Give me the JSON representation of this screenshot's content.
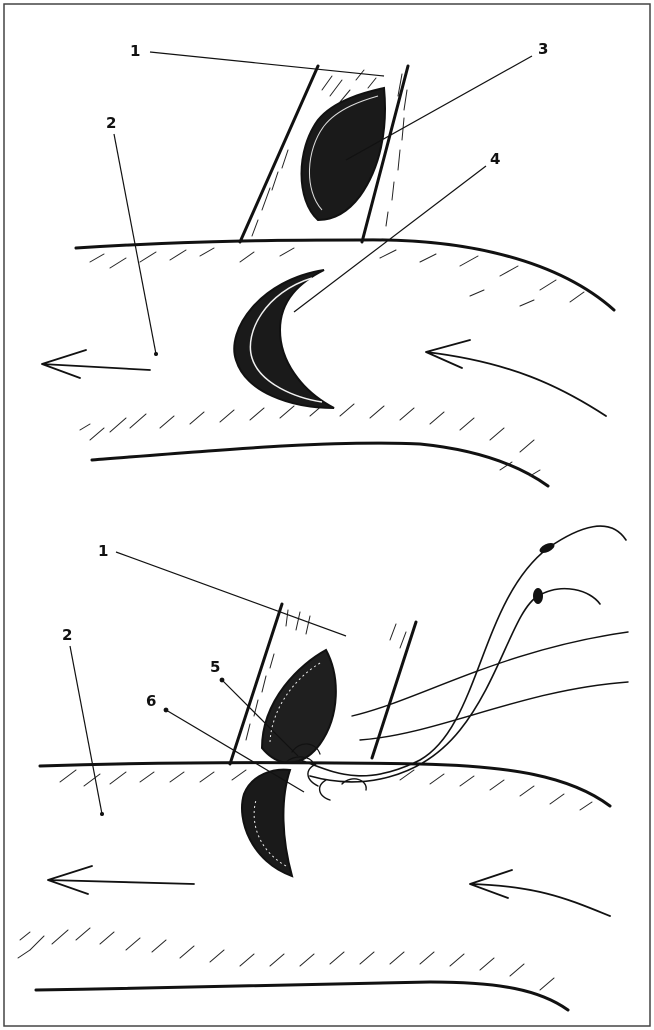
{
  "figure": {
    "panel_top": {
      "labels": {
        "l1": "1",
        "l2": "2",
        "l3": "3",
        "l4": "4"
      }
    },
    "panel_bottom": {
      "labels": {
        "l1": "1",
        "l2": "2",
        "l5": "5",
        "l6": "6"
      }
    },
    "colors": {
      "ink": "#111111",
      "background": "#ffffff",
      "frame": "#444444"
    }
  }
}
